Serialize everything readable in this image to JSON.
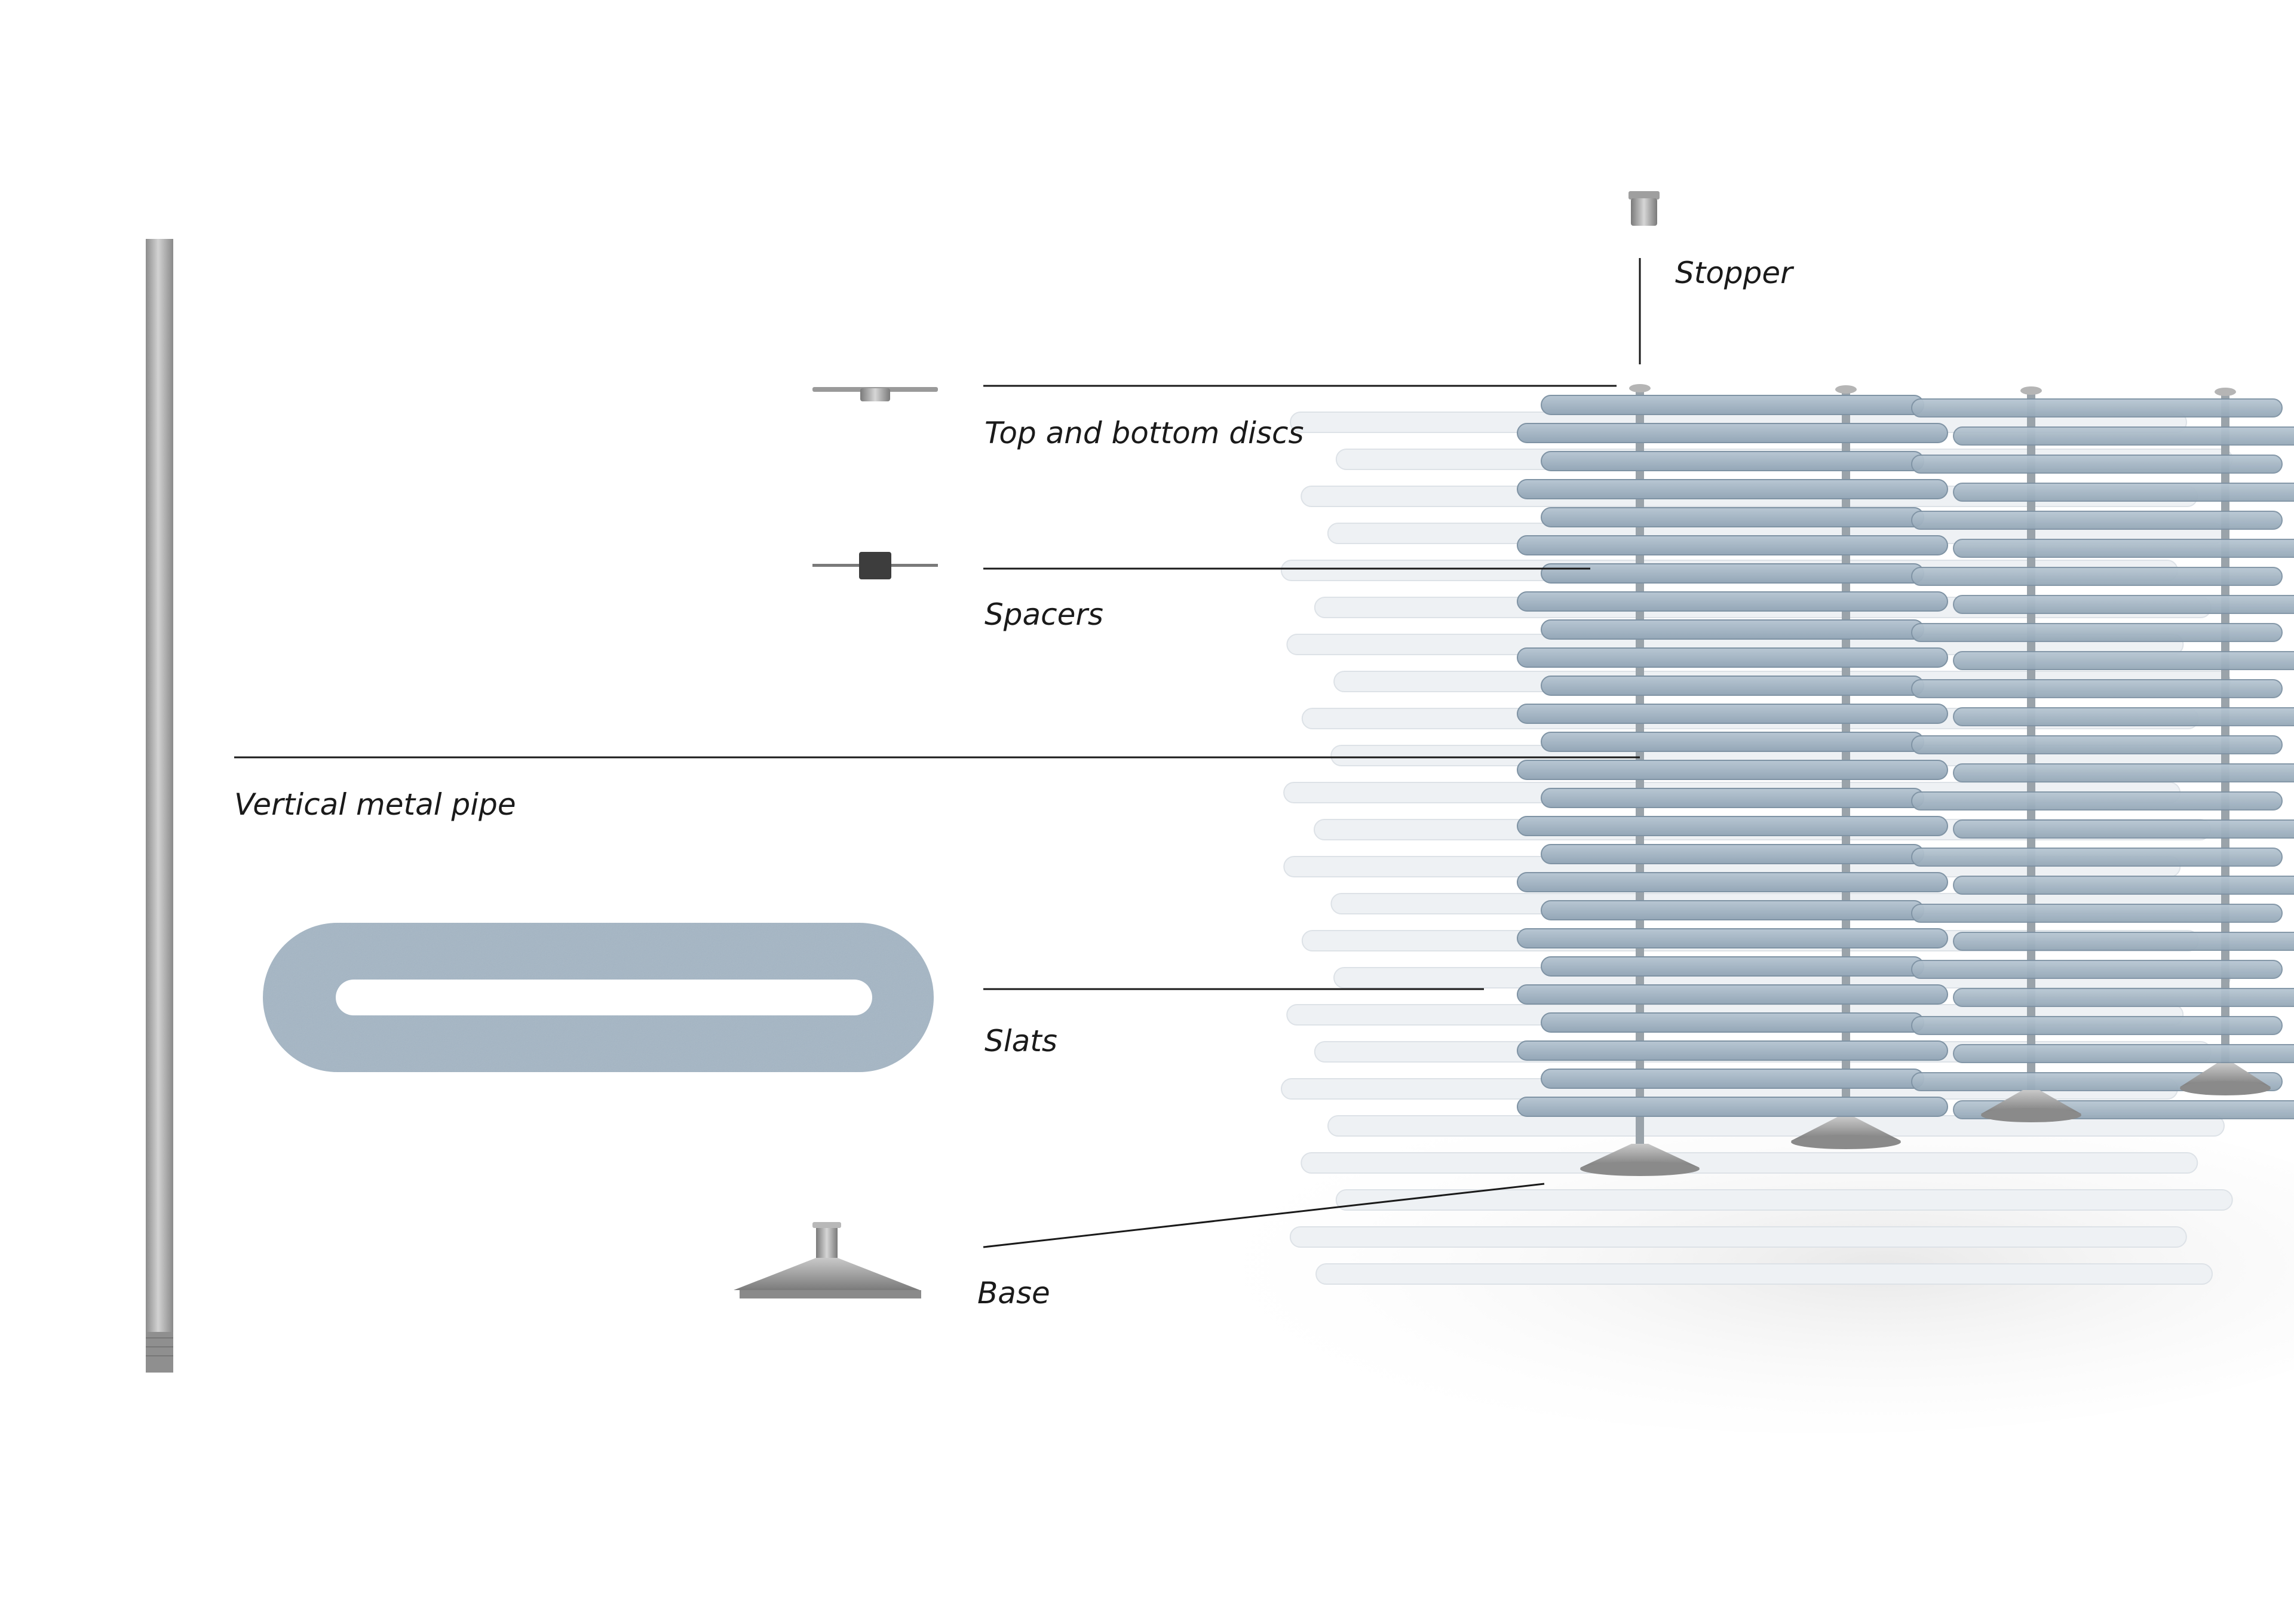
{
  "labels": {
    "stopper": "Stopper",
    "discs": "Top and bottom discs",
    "spacers": "Spacers",
    "pipe": "Vertical metal pipe",
    "slats": "Slats",
    "base": "Base"
  },
  "colors": {
    "slat_blue": "#a3b5c4",
    "slat_blue_dark": "#7f93a4",
    "slat_white": "#eef1f4",
    "metal": "#a8a8a8",
    "metal_dark": "#6e6e6e",
    "leader_line": "#1a1a1a"
  }
}
